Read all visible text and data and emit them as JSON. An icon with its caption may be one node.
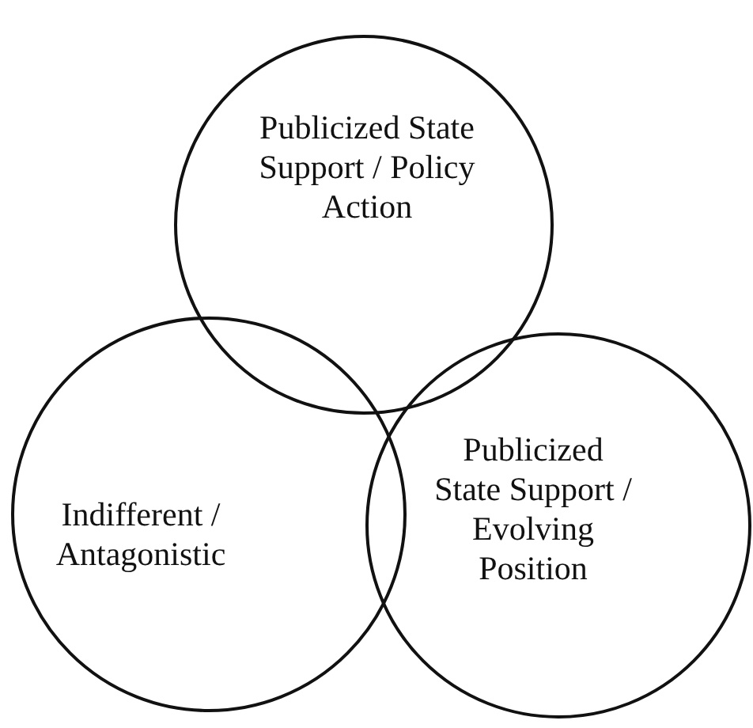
{
  "diagram": {
    "nodes": [
      {
        "text": [
          "Publicized State Support / Policy Action"
        ]
      },
      {
        "text": [
          "Indifferent / Antagonistic"
        ]
      },
      {
        "text": [
          "Publicized State Support / Evolving Position"
        ]
      }
    ]
  }
}
